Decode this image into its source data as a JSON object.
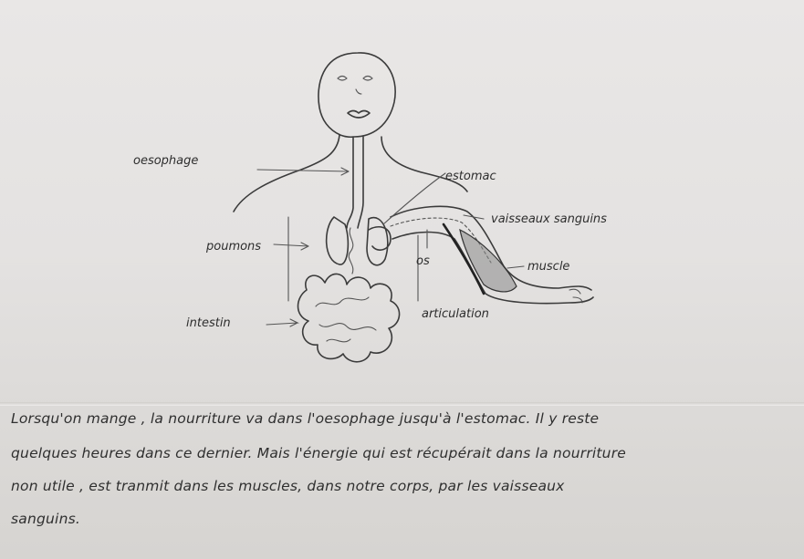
{
  "labels": {
    "oesophage": "oesophage",
    "estomac": "estomac",
    "vaisseaux": "vaisseaux sanguins",
    "poumons": "poumons",
    "os": "os",
    "muscle": "muscle",
    "intestin": "intestin",
    "articulation": "articulation"
  },
  "paragraph": {
    "lines": [
      "Lorsqu'on mange , la nourriture va dans l'oesophage jusqu'à l'estomac. Il y reste",
      "quelques heures dans ce dernier. Mais l'énergie qui est récupérait dans la nourriture",
      "non utile , est tranmit dans les muscles, dans notre corps, par les vaisseaux",
      "sanguins."
    ]
  },
  "colors": {
    "paper": "#e6e4e3",
    "ink": "#3b3b3b",
    "muscle_fill": "#8a8a8a"
  }
}
